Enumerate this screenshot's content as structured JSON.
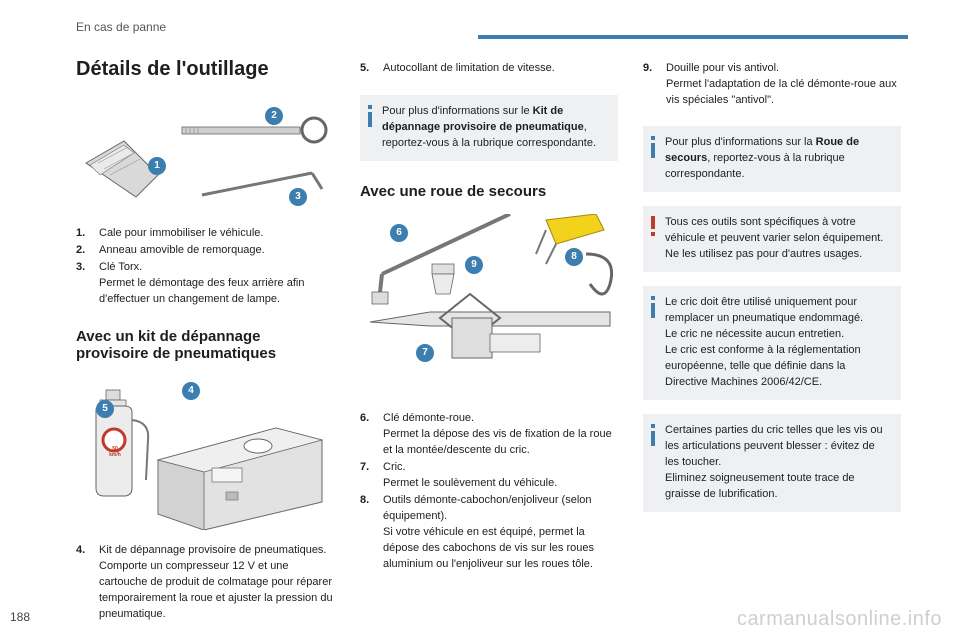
{
  "header": {
    "section": "En cas de panne"
  },
  "page_number": "188",
  "watermark": "carmanualsonline.info",
  "title": "Détails de l'outillage",
  "list1": [
    {
      "num": "1.",
      "lines": [
        "Cale pour immobiliser le véhicule."
      ]
    },
    {
      "num": "2.",
      "lines": [
        "Anneau amovible de remorquage."
      ]
    },
    {
      "num": "3.",
      "lines": [
        "Clé Torx.",
        "Permet le démontage des feux arrière afin d'effectuer un changement de lampe."
      ]
    }
  ],
  "kit_heading": "Avec un kit de dépannage provisoire de pneumatiques",
  "list4": [
    {
      "num": "4.",
      "lines": [
        "Kit de dépannage provisoire de pneumatiques.",
        "Comporte un compresseur 12 V et une cartouche de produit de colmatage pour réparer temporairement la roue et ajuster la pression du pneumatique."
      ]
    }
  ],
  "list5": [
    {
      "num": "5.",
      "lines": [
        "Autocollant de limitation de vitesse."
      ]
    }
  ],
  "info1": {
    "prefix": "Pour plus d'informations sur le ",
    "bold": "Kit de dépannage provisoire de pneumatique",
    "suffix": ", reportez-vous à la rubrique correspondante."
  },
  "spare_heading": "Avec une roue de secours",
  "list6": [
    {
      "num": "6.",
      "lines": [
        "Clé démonte-roue.",
        "Permet la dépose des vis de fixation de la roue et la montée/descente du cric."
      ]
    },
    {
      "num": "7.",
      "lines": [
        "Cric.",
        "Permet le soulèvement du véhicule."
      ]
    },
    {
      "num": "8.",
      "lines": [
        "Outils démonte-cabochon/enjoliveur (selon équipement).",
        "Si votre véhicule en est équipé, permet la dépose des cabochons de vis sur les roues aluminium ou l'enjoliveur sur les roues tôle."
      ]
    }
  ],
  "list9": [
    {
      "num": "9.",
      "lines": [
        "Douille pour vis antivol.",
        "Permet l'adaptation de la clé démonte-roue aux vis spéciales \"antivol\"."
      ]
    }
  ],
  "info2": {
    "prefix": "Pour plus d'informations sur la ",
    "bold": "Roue de secours",
    "suffix": ", reportez-vous à la rubrique correspondante."
  },
  "warn": {
    "lines": [
      "Tous ces outils sont spécifiques à votre véhicule et peuvent varier selon équipement.",
      "Ne les utilisez pas pour d'autres usages."
    ]
  },
  "info3": {
    "lines": [
      "Le cric doit être utilisé uniquement pour remplacer un pneumatique endommagé.",
      "Le cric ne nécessite aucun entretien.",
      "Le cric est conforme à la réglementation européenne, telle que définie dans la Directive Machines 2006/42/CE."
    ]
  },
  "info4": {
    "lines": [
      "Certaines parties du cric telles que les vis ou les articulations peuvent blesser : évitez de les toucher.",
      "Eliminez soigneusement toute trace de graisse de lubrification."
    ]
  },
  "badges": {
    "b1": "1",
    "b2": "2",
    "b3": "3",
    "b4": "4",
    "b5": "5",
    "b6": "6",
    "b7": "7",
    "b8": "8",
    "b9": "9"
  },
  "sticker_text": "50 km/h",
  "colors": {
    "accent": "#3d7eb0",
    "warning": "#c0392b",
    "box_bg": "#eef0f2"
  }
}
